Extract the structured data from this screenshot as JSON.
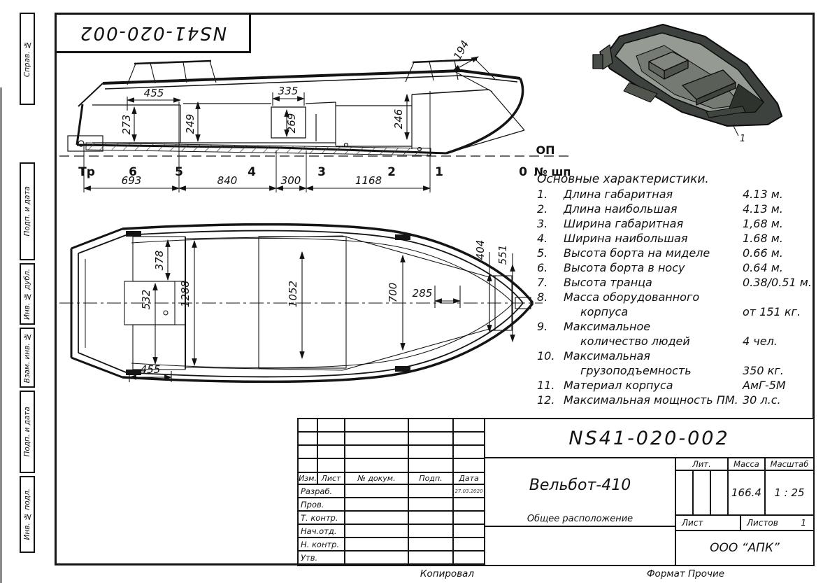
{
  "sheet": {
    "stamp_number": "NS41-020-002",
    "copied": "Копировал",
    "format": "Формат Прочие"
  },
  "margin": {
    "labels": [
      "Справ. №",
      "Подп. и дата",
      "Инв. № дубл.",
      "Взам. инв. №",
      "Подп. и дата",
      "Инв. № подл."
    ]
  },
  "side_view": {
    "dim_455": "455",
    "dim_335": "335",
    "dim_194": "194",
    "dim_273": "273",
    "dim_249": "249",
    "dim_269": "269",
    "dim_246": "246",
    "dim_693": "693",
    "dim_840": "840",
    "dim_300": "300",
    "dim_1168": "1168",
    "baseline": "ОП",
    "axis": "№ шп",
    "stations": [
      "Тр",
      "6",
      "5",
      "4",
      "3",
      "2",
      "1",
      "0"
    ]
  },
  "top_view": {
    "dim_378": "378",
    "dim_532": "532",
    "dim_1288": "1288",
    "dim_1052": "1052",
    "dim_700": "700",
    "dim_285": "285",
    "dim_404": "404",
    "dim_551": "551",
    "dim_455": "455"
  },
  "iso_view": {
    "callout": "1"
  },
  "characteristics": {
    "title": "Основные характеристики.",
    "items": [
      {
        "num": "1.",
        "label": "Длина габаритная",
        "value": "4.13 м.",
        "cont_label": "",
        "cont_value": ""
      },
      {
        "num": "2.",
        "label": "Длина наибольшая",
        "value": "4.13 м.",
        "cont_label": "",
        "cont_value": ""
      },
      {
        "num": "3.",
        "label": "Ширина габаритная",
        "value": "1,68 м.",
        "cont_label": "",
        "cont_value": ""
      },
      {
        "num": "4.",
        "label": "Ширина наибольшая",
        "value": "1.68 м.",
        "cont_label": "",
        "cont_value": ""
      },
      {
        "num": "5.",
        "label": "Высота борта на миделе",
        "value": "0.66 м.",
        "cont_label": "",
        "cont_value": ""
      },
      {
        "num": "6.",
        "label": "Высота борта в носу",
        "value": "0.64 м.",
        "cont_label": "",
        "cont_value": ""
      },
      {
        "num": "7.",
        "label": "Высота транца",
        "value": "0.38/0.51 м.",
        "cont_label": "",
        "cont_value": ""
      },
      {
        "num": "8.",
        "label": "Масса оборудованного",
        "value": "",
        "cont_label": "корпуса",
        "cont_value": "от 151 кг."
      },
      {
        "num": "9.",
        "label": "Максимальное",
        "value": "",
        "cont_label": "количество людей",
        "cont_value": "4 чел."
      },
      {
        "num": "10.",
        "label": "Максимальная",
        "value": "",
        "cont_label": "грузоподъемность",
        "cont_value": "350 кг."
      },
      {
        "num": "11.",
        "label": "Материал корпуса",
        "value": "АмГ-5М",
        "cont_label": "",
        "cont_value": ""
      },
      {
        "num": "12.",
        "label": "Максимальная мощность ПМ.",
        "value": "30 л.с.",
        "cont_label": "",
        "cont_value": ""
      }
    ]
  },
  "title_block": {
    "doc_number": "NS41-020-002",
    "product": "Вельбот-410",
    "doc_type": "Общее расположение",
    "lit": "Лит.",
    "mass": "Масса",
    "scale": "Масштаб",
    "mass_value": "166.4",
    "scale_value": "1 : 25",
    "sheet": "Лист",
    "sheets": "Листов",
    "sheets_value": "1",
    "company": "ООО “АПК”",
    "rev_cols": [
      "Изм.",
      "Лист",
      "№ докум.",
      "Подп.",
      "Дата"
    ],
    "sign_rows": [
      {
        "label": "Разраб.",
        "date": "27.03.2020"
      },
      {
        "label": "Пров.",
        "date": ""
      },
      {
        "label": "Т. контр.",
        "date": ""
      },
      {
        "label": "Нач.отд.",
        "date": ""
      },
      {
        "label": "Н. контр.",
        "date": ""
      },
      {
        "label": "Утв.",
        "date": ""
      }
    ]
  }
}
